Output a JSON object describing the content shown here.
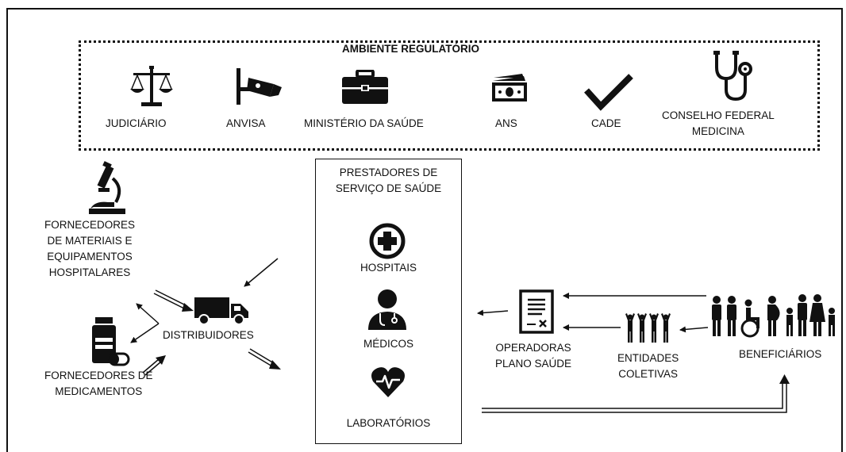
{
  "regulatory": {
    "title": "AMBIENTE REGULATÓRIO",
    "items": [
      {
        "label": "JUDICIÁRIO",
        "icon": "scales-icon"
      },
      {
        "label": "ANVISA",
        "icon": "cctv-camera-icon"
      },
      {
        "label": "MINISTÉRIO DA SAÚDE",
        "icon": "briefcase-icon"
      },
      {
        "label": "ANS",
        "icon": "money-icon"
      },
      {
        "label": "CADE",
        "icon": "checkmark-icon"
      },
      {
        "label": "CONSELHO FEDERAL\nMEDICINA",
        "icon": "stethoscope-icon"
      }
    ]
  },
  "suppliers": {
    "materials": "FORNECEDORES\nDE MATERIAIS E\nEQUIPAMENTOS\nHOSPITALARES",
    "medicines": "FORNECEDORES DE\nMEDICAMENTOS",
    "distributors": "DISTRIBUIDORES"
  },
  "providers": {
    "title": "PRESTADORES DE\nSERVIÇO DE SAÚDE",
    "hospitals": "HOSPITAIS",
    "doctors": "MÉDICOS",
    "labs": "LABORATÓRIOS"
  },
  "chain": {
    "operators": "OPERADORAS\nPLANO SAÚDE",
    "entities": "ENTIDADES\nCOLETIVAS",
    "beneficiaries": "BENEFICIÁRIOS"
  }
}
